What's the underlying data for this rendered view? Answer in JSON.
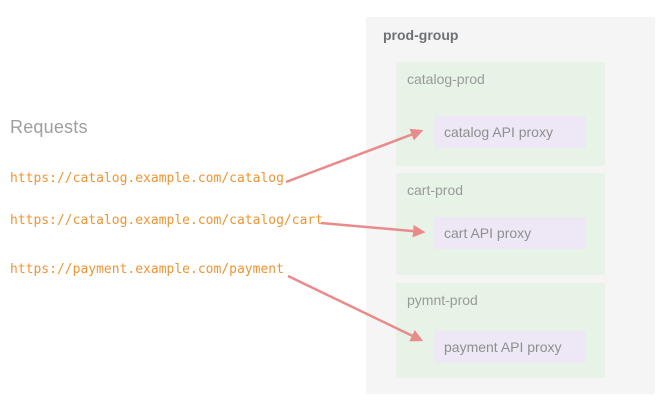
{
  "colors": {
    "url_orange": "#f09433",
    "arrow_salmon": "#e98b8b",
    "group_bg": "#f5f5f5",
    "environment_bg": "#e6f3e6",
    "proxy_bg": "#eee7f5",
    "heading_gray": "#9e9e9e",
    "label_gray": "#9a9a9a",
    "title_gray": "#6f7275"
  },
  "requests": {
    "heading": "Requests",
    "urls": [
      {
        "text": "https://catalog.example.com/catalog"
      },
      {
        "text": "https://catalog.example.com/catalog/cart"
      },
      {
        "text": "https://payment.example.com/payment"
      }
    ]
  },
  "group": {
    "title": "prod-group",
    "environments": [
      {
        "name": "catalog-prod",
        "proxy": "catalog API proxy"
      },
      {
        "name": "cart-prod",
        "proxy": "cart API proxy"
      },
      {
        "name": "pymnt-prod",
        "proxy": "payment API proxy"
      }
    ]
  },
  "icons": {
    "arrows": [
      {
        "name": "request-arrow-catalog"
      },
      {
        "name": "request-arrow-cart"
      },
      {
        "name": "request-arrow-payment"
      }
    ]
  }
}
